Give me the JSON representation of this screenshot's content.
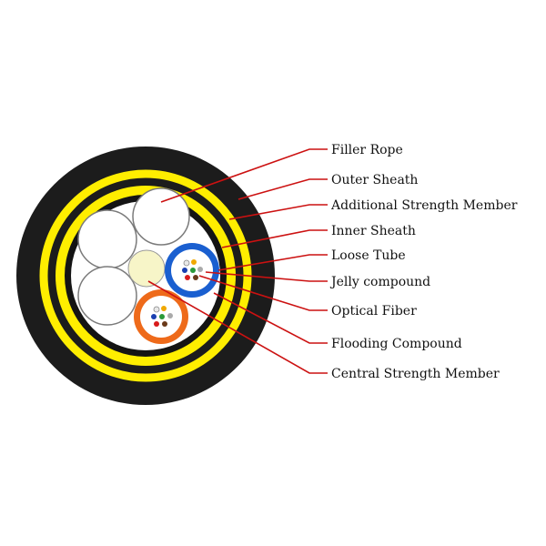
{
  "labels": [
    {
      "id": "filler-rope",
      "text": "Filler Rope"
    },
    {
      "id": "outer-sheath",
      "text": "Outer Sheath"
    },
    {
      "id": "additional-strength-member",
      "text": "Additional Strength Member"
    },
    {
      "id": "inner-sheath",
      "text": "Inner Sheath"
    },
    {
      "id": "loose-tube",
      "text": "Loose Tube"
    },
    {
      "id": "jelly-compound",
      "text": "Jelly compound"
    },
    {
      "id": "optical-fiber",
      "text": "Optical Fiber"
    },
    {
      "id": "flooding-compound",
      "text": "Flooding Compound"
    },
    {
      "id": "central-strength-member",
      "text": "Central Strength Member"
    }
  ],
  "colors": {
    "outer_sheath": "#1c1c1c",
    "strength_member_tape": "#ffee00",
    "central_member": "#f7f5c8",
    "loose_tube_blue": "#1a5fd0",
    "loose_tube_orange": "#ee6a1a",
    "leader_line": "#cc1111"
  }
}
